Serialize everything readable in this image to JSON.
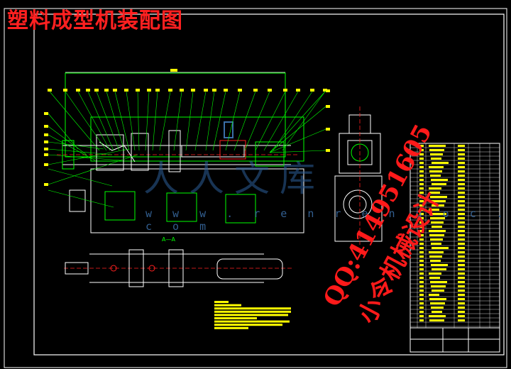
{
  "title": "塑料成型机装配图",
  "watermark": {
    "qq": "QQ:414951605",
    "designer": "小令机械设计"
  },
  "site_watermark": "w w w . r e n r e n d o c . c o m",
  "brand_watermark": "人人文库",
  "section_label": "A—A",
  "colors": {
    "background": "#000000",
    "frame": "#ffffff",
    "outline": "#00ff00",
    "detail": "#ffffff",
    "callout": "#ffff00",
    "red": "#ff2020",
    "blue": "#3b6fa8"
  }
}
